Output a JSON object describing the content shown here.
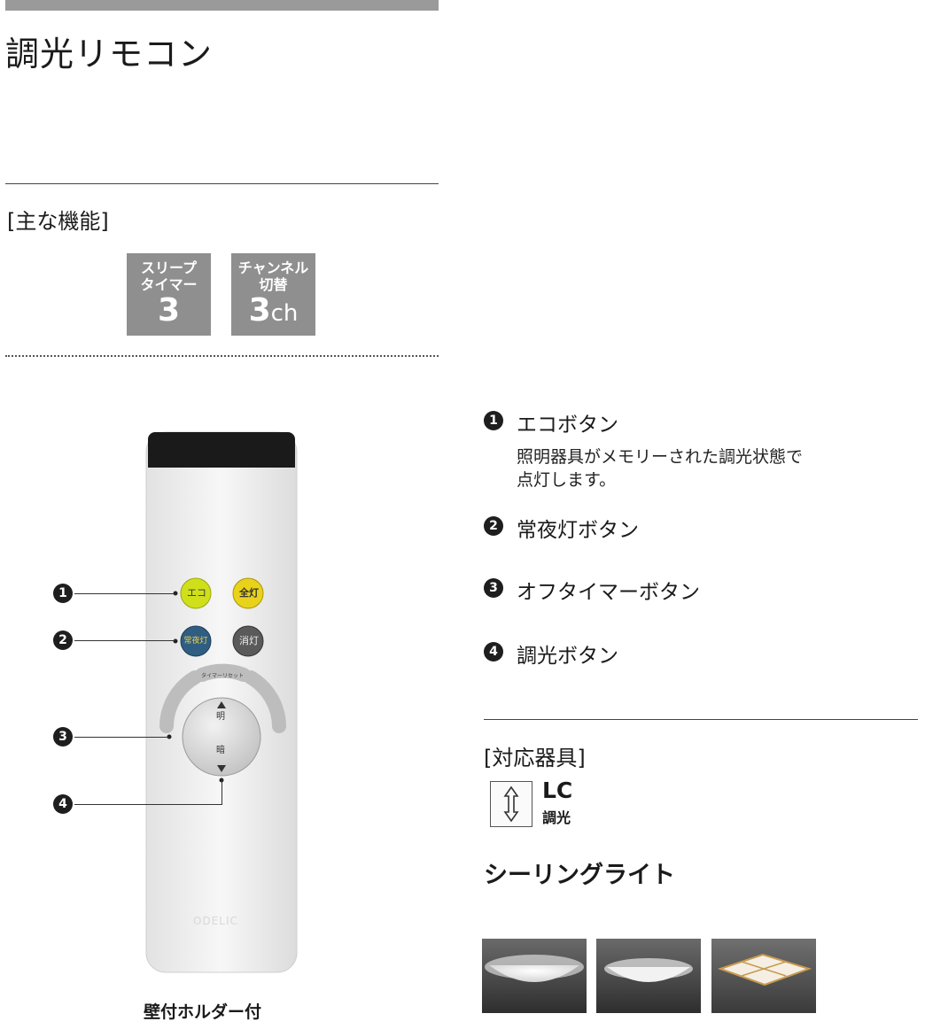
{
  "header": {
    "title": "調光リモコン"
  },
  "features": {
    "label": "[主な機能]",
    "items": [
      {
        "line1": "スリープ",
        "line2": "タイマー",
        "big": "3",
        "unit": ""
      },
      {
        "line1": "チャンネル",
        "line2": "切替",
        "big": "3",
        "unit": "ch"
      }
    ]
  },
  "remote": {
    "buttons": {
      "eco": "エコ",
      "full": "全灯",
      "night": "常夜灯",
      "off": "消灯",
      "timer_reset": "タイマーリセット",
      "bright": "明",
      "dark": "暗"
    },
    "brand": "ODELIC",
    "caption": "壁付ホルダー付"
  },
  "callouts": [
    "1",
    "2",
    "3",
    "4"
  ],
  "functions": [
    {
      "num": "1",
      "title": "エコボタン",
      "desc_line1": "照明器具がメモリーされた調光状態で",
      "desc_line2": "点灯します。"
    },
    {
      "num": "2",
      "title": "常夜灯ボタン"
    },
    {
      "num": "3",
      "title": "オフタイマーボタン"
    },
    {
      "num": "4",
      "title": "調光ボタン"
    }
  ],
  "compatible": {
    "label": "[対応器具]",
    "lc_top": "LC",
    "lc_bottom": "調光",
    "product": "シーリングライト"
  },
  "colors": {
    "accent_gray": "#8f8f8f",
    "eco_button": "#cfe01b",
    "full_button": "#e9d21a",
    "night_button": "#2f5e82",
    "off_button": "#5a5a5a"
  }
}
